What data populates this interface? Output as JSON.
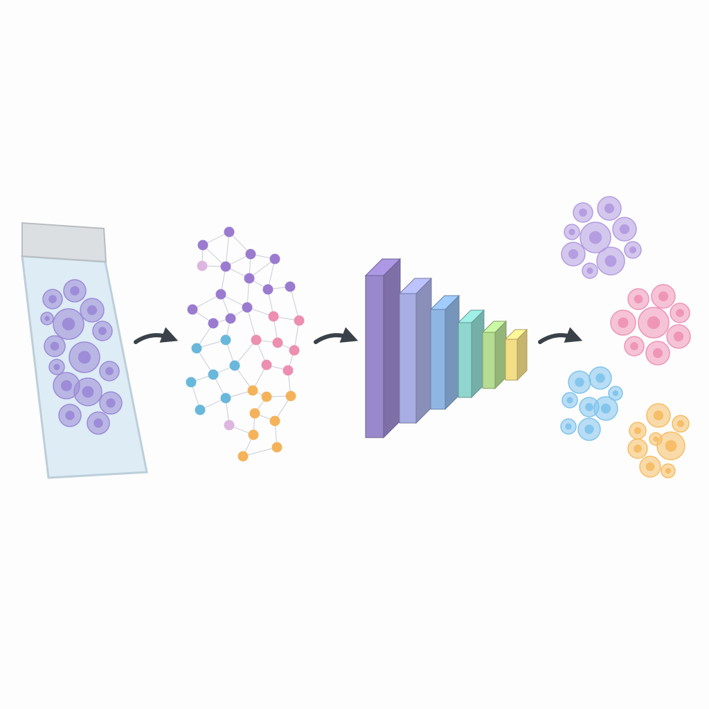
{
  "diagram": {
    "stages": [
      {
        "id": "slide",
        "kind": "tissue-slide",
        "cell_color": "#9b8ad6",
        "glass_color": "#dcecf5"
      },
      {
        "id": "graph",
        "kind": "cell-graph",
        "node_colors": {
          "purple": "#9b7bd0",
          "pink": "#ec8fb0",
          "blue": "#6ab7dc",
          "orange": "#f4b35a",
          "lilac": "#dcb6e0"
        }
      },
      {
        "id": "network",
        "kind": "funnel-network",
        "layer_colors": [
          "#9a88cc",
          "#a8aee3",
          "#8fb6e3",
          "#8fd6cf",
          "#b5dd92",
          "#f3dd86"
        ]
      },
      {
        "id": "clusters",
        "kind": "cell-clusters",
        "cluster_colors": [
          "#b39be0",
          "#ee93b5",
          "#7fc3ec",
          "#f6bd64"
        ]
      }
    ],
    "arrows": {
      "count": 3,
      "color": "#3b4148",
      "icon": "curved-arrow-right-icon"
    }
  }
}
